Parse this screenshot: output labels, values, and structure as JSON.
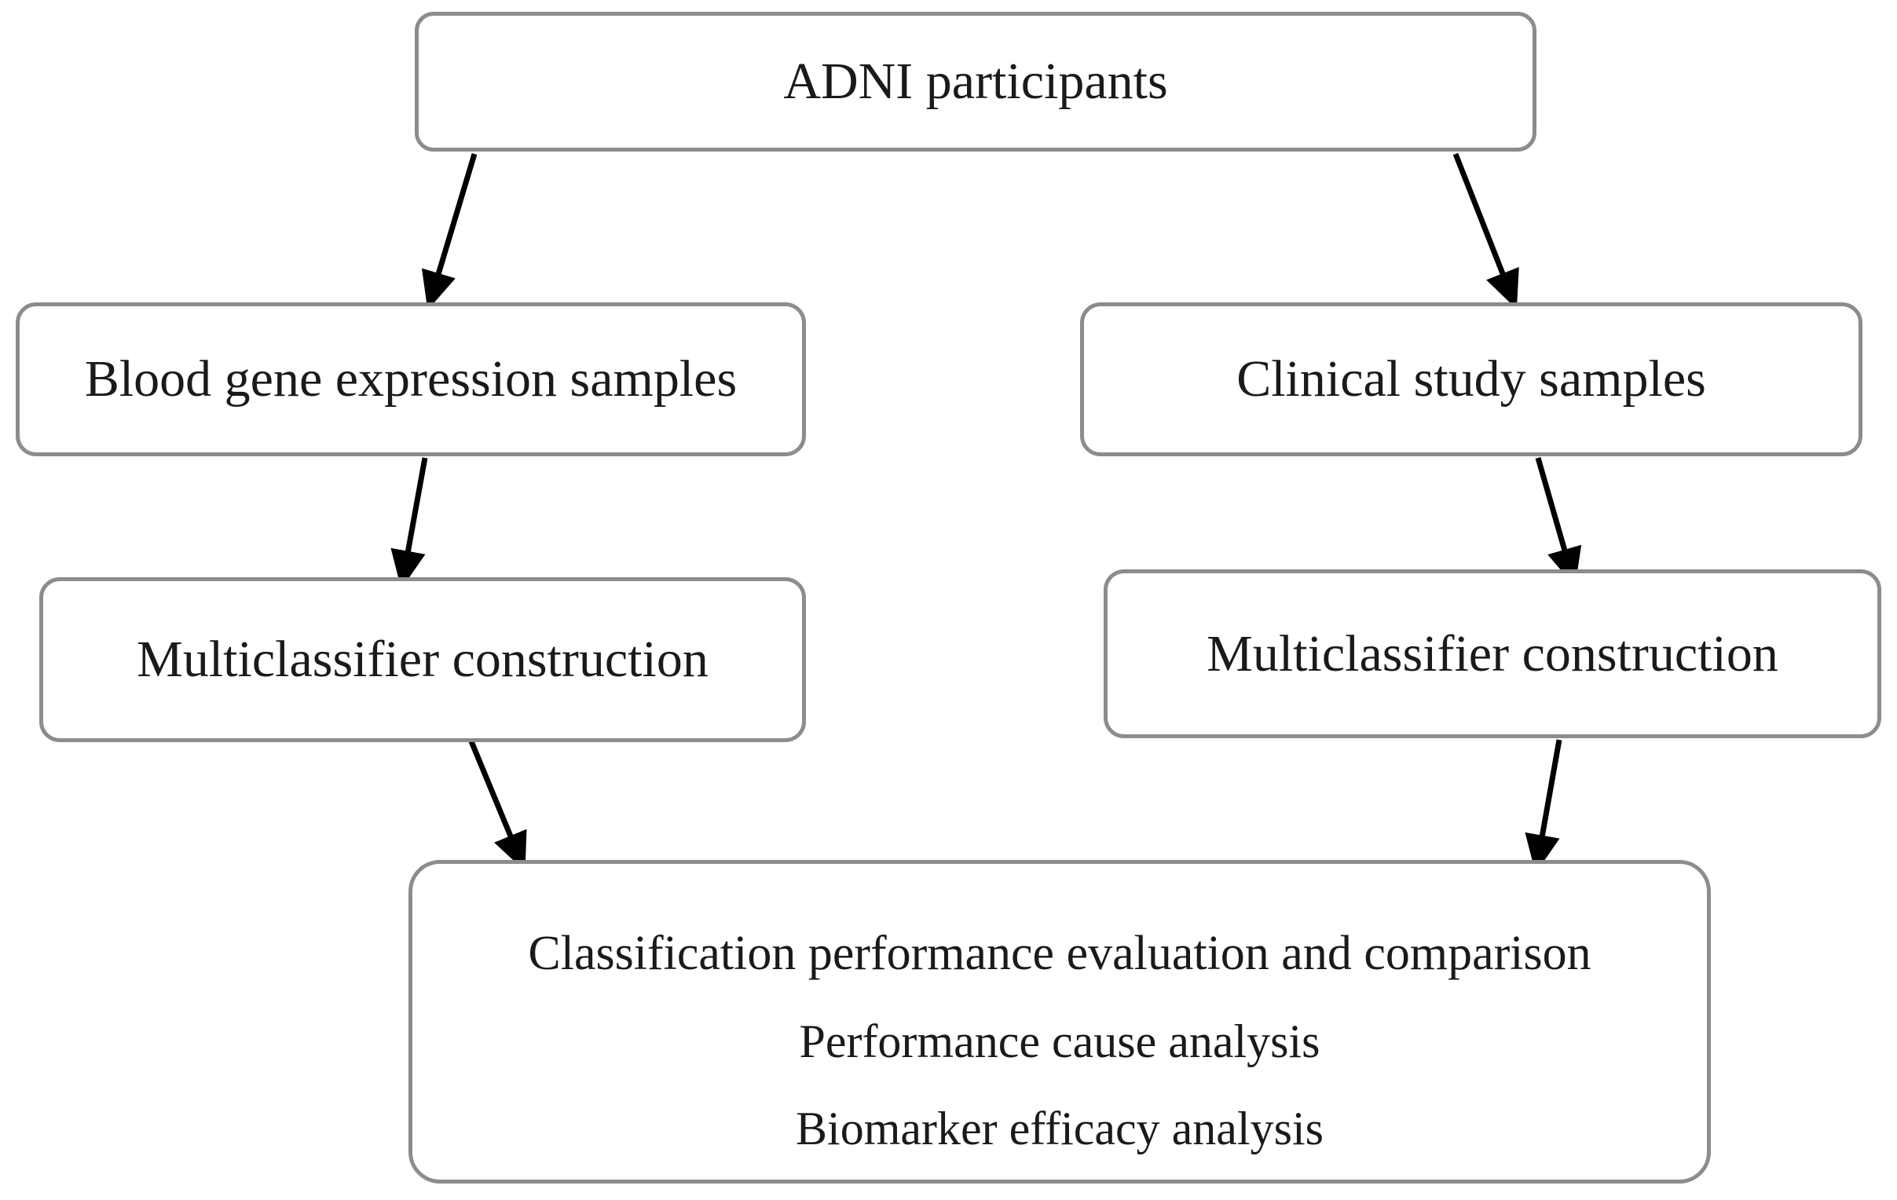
{
  "diagram": {
    "title": "ADNI study workflow flowchart",
    "background_color": "#ffffff",
    "box_border_color": "#8c8c8c",
    "box_fill_color": "#ffffff",
    "text_color": "#1a1a1a",
    "arrow_color": "#000000",
    "nodes": {
      "adni": {
        "label": "ADNI participants"
      },
      "blood": {
        "label": "Blood gene expression samples"
      },
      "clinical": {
        "label": "Clinical study samples"
      },
      "multi_left": {
        "label": "Multiclassifier construction"
      },
      "multi_right": {
        "label": "Multiclassifier construction"
      },
      "analysis": {
        "line1": "Classification performance evaluation and comparison",
        "line2": "Performance cause analysis",
        "line3": "Biomarker efficacy analysis"
      }
    },
    "edges": [
      {
        "name": "adni-to-blood",
        "from": "adni",
        "to": "blood"
      },
      {
        "name": "adni-to-clinical",
        "from": "adni",
        "to": "clinical"
      },
      {
        "name": "blood-to-multi-left",
        "from": "blood",
        "to": "multi_left"
      },
      {
        "name": "clinical-to-multi-right",
        "from": "clinical",
        "to": "multi_right"
      },
      {
        "name": "multi-left-to-analysis",
        "from": "multi_left",
        "to": "analysis"
      },
      {
        "name": "multi-right-to-analysis",
        "from": "multi_right",
        "to": "analysis"
      }
    ]
  }
}
